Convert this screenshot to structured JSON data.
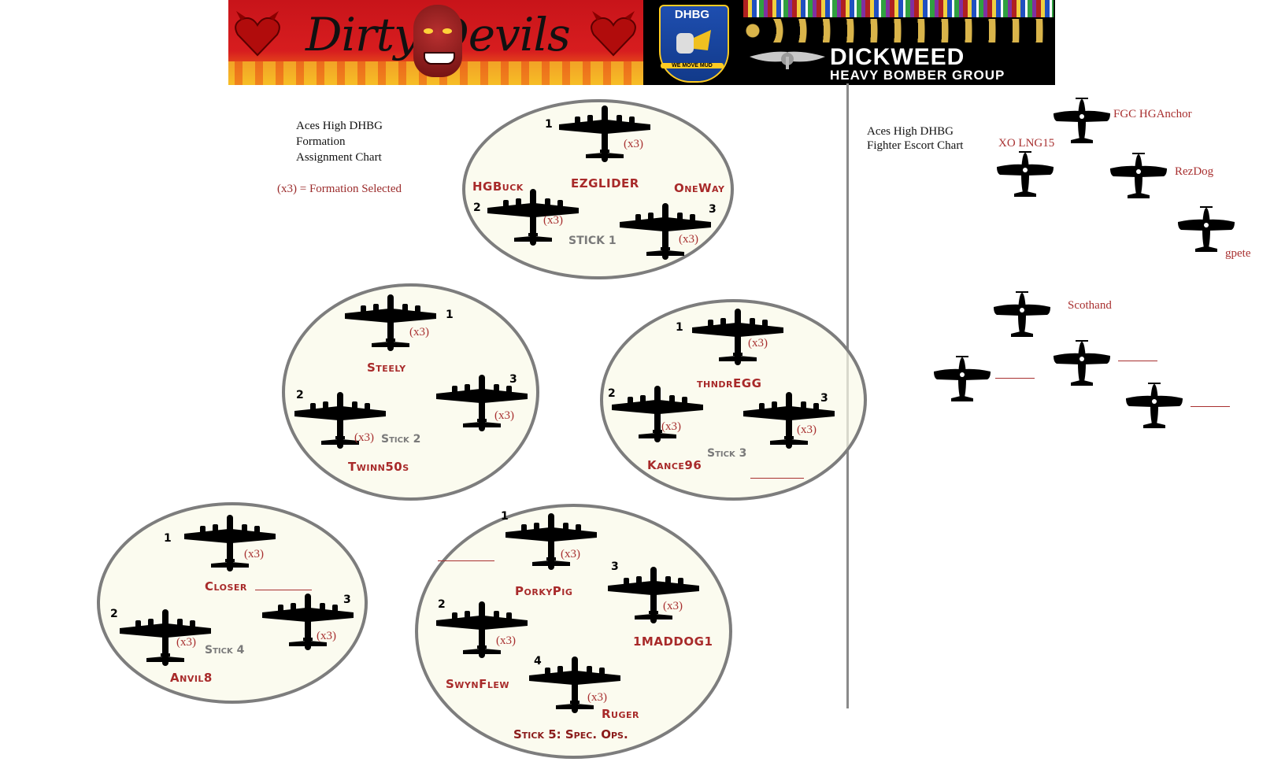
{
  "banner": {
    "left_title": "Dirty Devils",
    "badge_text": "DHBG",
    "badge_motto": "WE MOVE MUD",
    "group_name": "DICKWEED",
    "group_subtitle": "HEAVY BOMBER GROUP"
  },
  "formation_chart": {
    "heading": [
      "Aces High DHBG",
      "Formation",
      "Assignment Chart"
    ],
    "legend": "(x3) = Formation Selected",
    "multiplier_label": "(x3)",
    "sticks": [
      {
        "label": "STICK 1",
        "slots": [
          {
            "num": "1",
            "pilot": "EZGLIDER"
          },
          {
            "num": "2",
            "pilot": "HGBuck"
          },
          {
            "num": "3",
            "pilot": "OneWay"
          }
        ]
      },
      {
        "label": "Stick 2",
        "slots": [
          {
            "num": "1",
            "pilot": "Steely"
          },
          {
            "num": "2",
            "pilot": "Twinn50s"
          },
          {
            "num": "3",
            "pilot": ""
          }
        ]
      },
      {
        "label": "Stick 3",
        "slots": [
          {
            "num": "1",
            "pilot": "thndrEGG"
          },
          {
            "num": "2",
            "pilot": "Kance96"
          },
          {
            "num": "3",
            "pilot": ""
          }
        ]
      },
      {
        "label": "Stick 4",
        "slots": [
          {
            "num": "1",
            "pilot": "Closer"
          },
          {
            "num": "2",
            "pilot": "Anvil8"
          },
          {
            "num": "3",
            "pilot": ""
          }
        ]
      },
      {
        "label": "Stick 5: Spec. Ops.",
        "slots": [
          {
            "num": "1",
            "pilot": ""
          },
          {
            "num": "2",
            "pilot": "SwynFlew"
          },
          {
            "num": "3",
            "pilot": "1MADDOG1"
          },
          {
            "num": "4",
            "pilot": "Ruger"
          }
        ],
        "extra_pilot": "PorkyPig"
      }
    ]
  },
  "escort_chart": {
    "heading": [
      "Aces High DHBG",
      "Fighter Escort Chart"
    ],
    "pilots": [
      "FGC HGAnchor",
      "XO LNG15",
      "RezDog",
      "gpete",
      "Scothand"
    ]
  }
}
